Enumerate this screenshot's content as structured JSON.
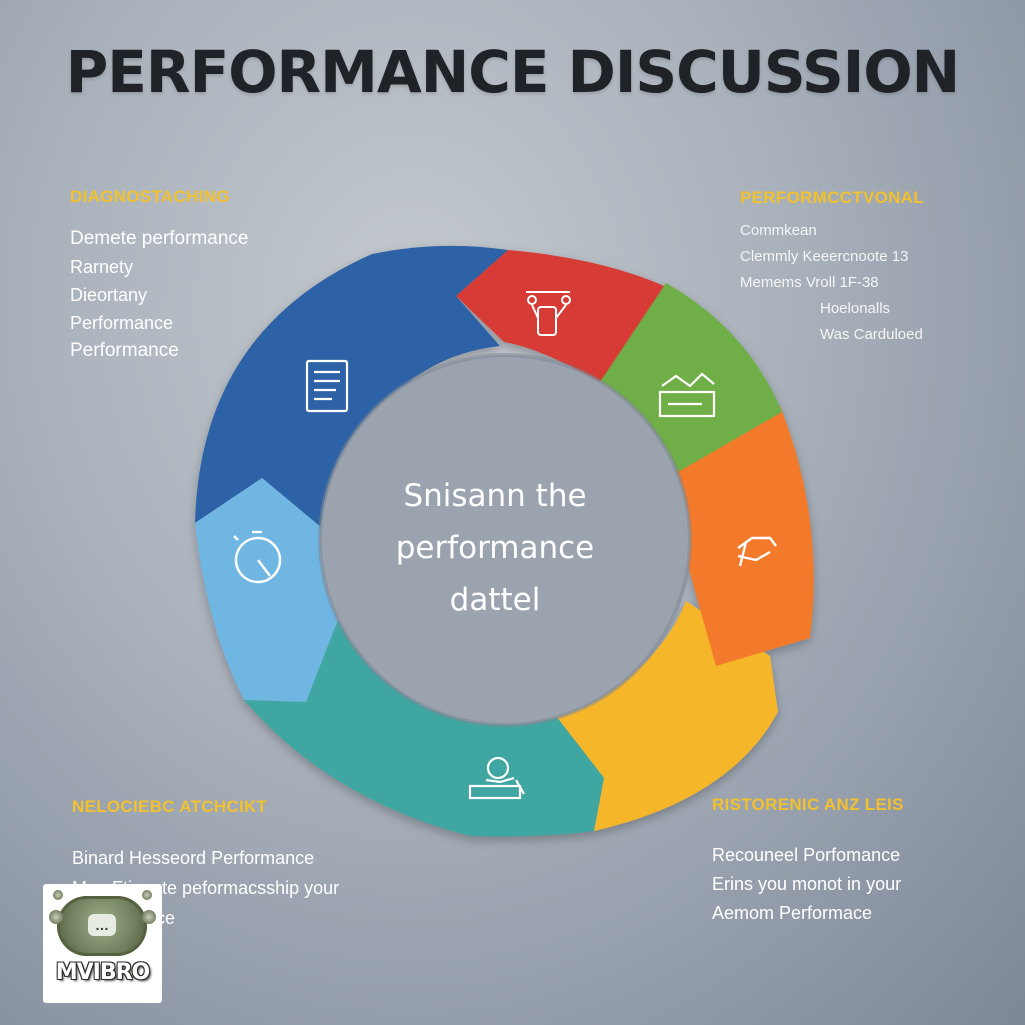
{
  "title": "PERFORMANCE DISCUSSION",
  "center_text": [
    "Snisann the",
    "performance",
    "dattel"
  ],
  "blocks": {
    "top_left": {
      "heading": "DIAGNOSTACHING",
      "lines": [
        "Demete performance",
        "Rarnety",
        "Dieortany",
        "Performance",
        "Performance"
      ]
    },
    "top_right": {
      "heading": "PERFORMCCTVONAL",
      "lines": [
        "Commkean",
        "Clemmly Keeercnoote 13",
        "Memems Vroll 1F-38",
        "Hoelonalls",
        "Was Carduloed"
      ]
    },
    "bottom_left": {
      "heading": "NELOCIEBC ATCHCIKT",
      "lines": [
        "Binard Hesseord Performance",
        "Mae Ftieeate peformacsship your",
        "Performance"
      ]
    },
    "bottom_right": {
      "heading": "RISTORENIC ANZ LEIS",
      "lines": [
        "Recouneel Porfomance",
        "Erins you monot in your",
        "Aemom Performace"
      ]
    }
  },
  "segments": [
    {
      "id": "red",
      "color": "#d63b34",
      "icon": "team-figures-icon"
    },
    {
      "id": "green",
      "color": "#6fae47",
      "icon": "chart-growth-icon"
    },
    {
      "id": "orange",
      "color": "#f27a2a",
      "icon": "handshake-icon"
    },
    {
      "id": "yellow",
      "color": "#f6b62a",
      "icon": "none"
    },
    {
      "id": "teal",
      "color": "#3fa6a2",
      "icon": "person-desk-icon"
    },
    {
      "id": "light-blue",
      "color": "#6fb6e3",
      "icon": "stopwatch-icon"
    },
    {
      "id": "dark-blue",
      "color": "#2e62a6",
      "icon": "document-icon"
    }
  ],
  "logo": {
    "text": "MVIBRO"
  },
  "colors": {
    "heading": "#f2c12e",
    "title": "#1f2327",
    "text": "#ffffff"
  }
}
